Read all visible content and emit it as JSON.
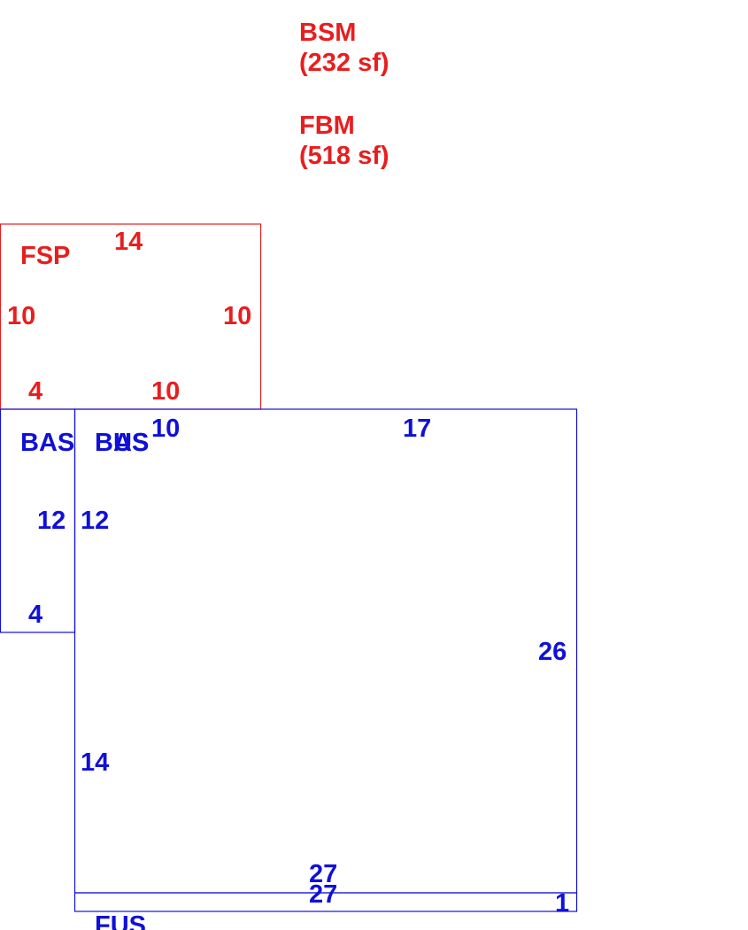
{
  "colors": {
    "red": "#e81e1e",
    "blue": "#1010d8"
  },
  "areas": {
    "bsm_code": "BSM",
    "bsm_area": "(232 sf)",
    "fbm_code": "FBM",
    "fbm_area": "(518 sf)"
  },
  "fsp": {
    "code": "FSP",
    "top": "14",
    "left": "10",
    "right": "10",
    "bottom_left": "4",
    "bottom_right": "10"
  },
  "bas_small": {
    "code": "BAS",
    "side_label": "12",
    "bottom": "4"
  },
  "bas_main": {
    "code": "BAS",
    "overlap_label": "US",
    "top_left": "10",
    "top_right": "17",
    "left_upper": "12",
    "right": "26",
    "left_lower": "14",
    "bottom": "27"
  },
  "fus": {
    "code": "FUS",
    "top": "27",
    "right": "1"
  }
}
